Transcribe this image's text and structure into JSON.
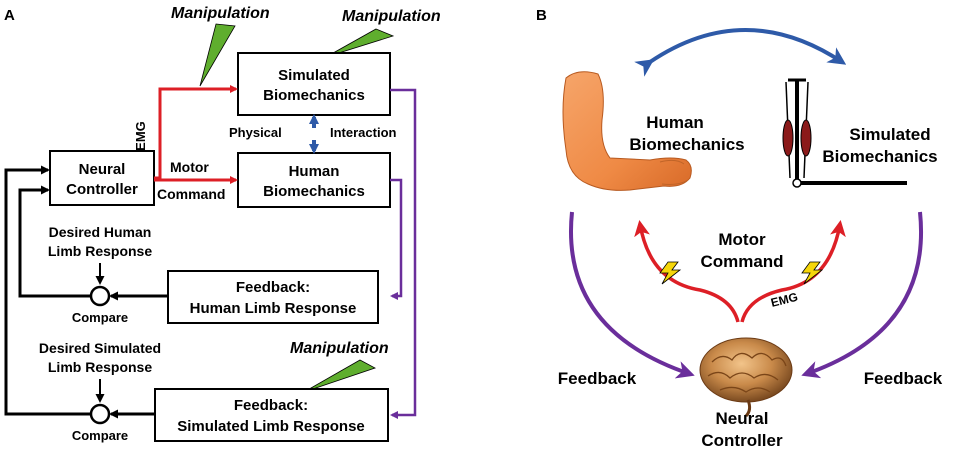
{
  "panel_a": {
    "label": "A",
    "manipulation_labels": [
      "Manipulation",
      "Manipulation",
      "Manipulation"
    ],
    "simulated_biomechanics": [
      "Simulated",
      "Biomechanics"
    ],
    "human_biomechanics": [
      "Human",
      "Biomechanics"
    ],
    "neural_controller": [
      "Neural",
      "Controller"
    ],
    "emg": "EMG",
    "motor_command": [
      "Motor",
      "Command"
    ],
    "physical": "Physical",
    "interaction": "Interaction",
    "desired_human": [
      "Desired Human",
      "Limb Response"
    ],
    "compare": "Compare",
    "feedback_human": [
      "Feedback:",
      "Human Limb Response"
    ],
    "desired_simulated": [
      "Desired Simulated",
      "Limb Response"
    ],
    "feedback_simulated": [
      "Feedback:",
      "Simulated Limb Response"
    ]
  },
  "panel_b": {
    "label": "B",
    "human_biomechanics": [
      "Human",
      "Biomechanics"
    ],
    "simulated_biomechanics": [
      "Simulated",
      "Biomechanics"
    ],
    "motor_command": [
      "Motor",
      "Command"
    ],
    "emg": "EMG",
    "feedback_left": "Feedback",
    "feedback_right": "Feedback",
    "neural_controller": [
      "Neural",
      "Controller"
    ]
  },
  "colors": {
    "red": "#dd1f26",
    "purple": "#6a2e9b",
    "blue": "#2e5aa8",
    "black": "#000000",
    "green": "#5fae2e"
  }
}
